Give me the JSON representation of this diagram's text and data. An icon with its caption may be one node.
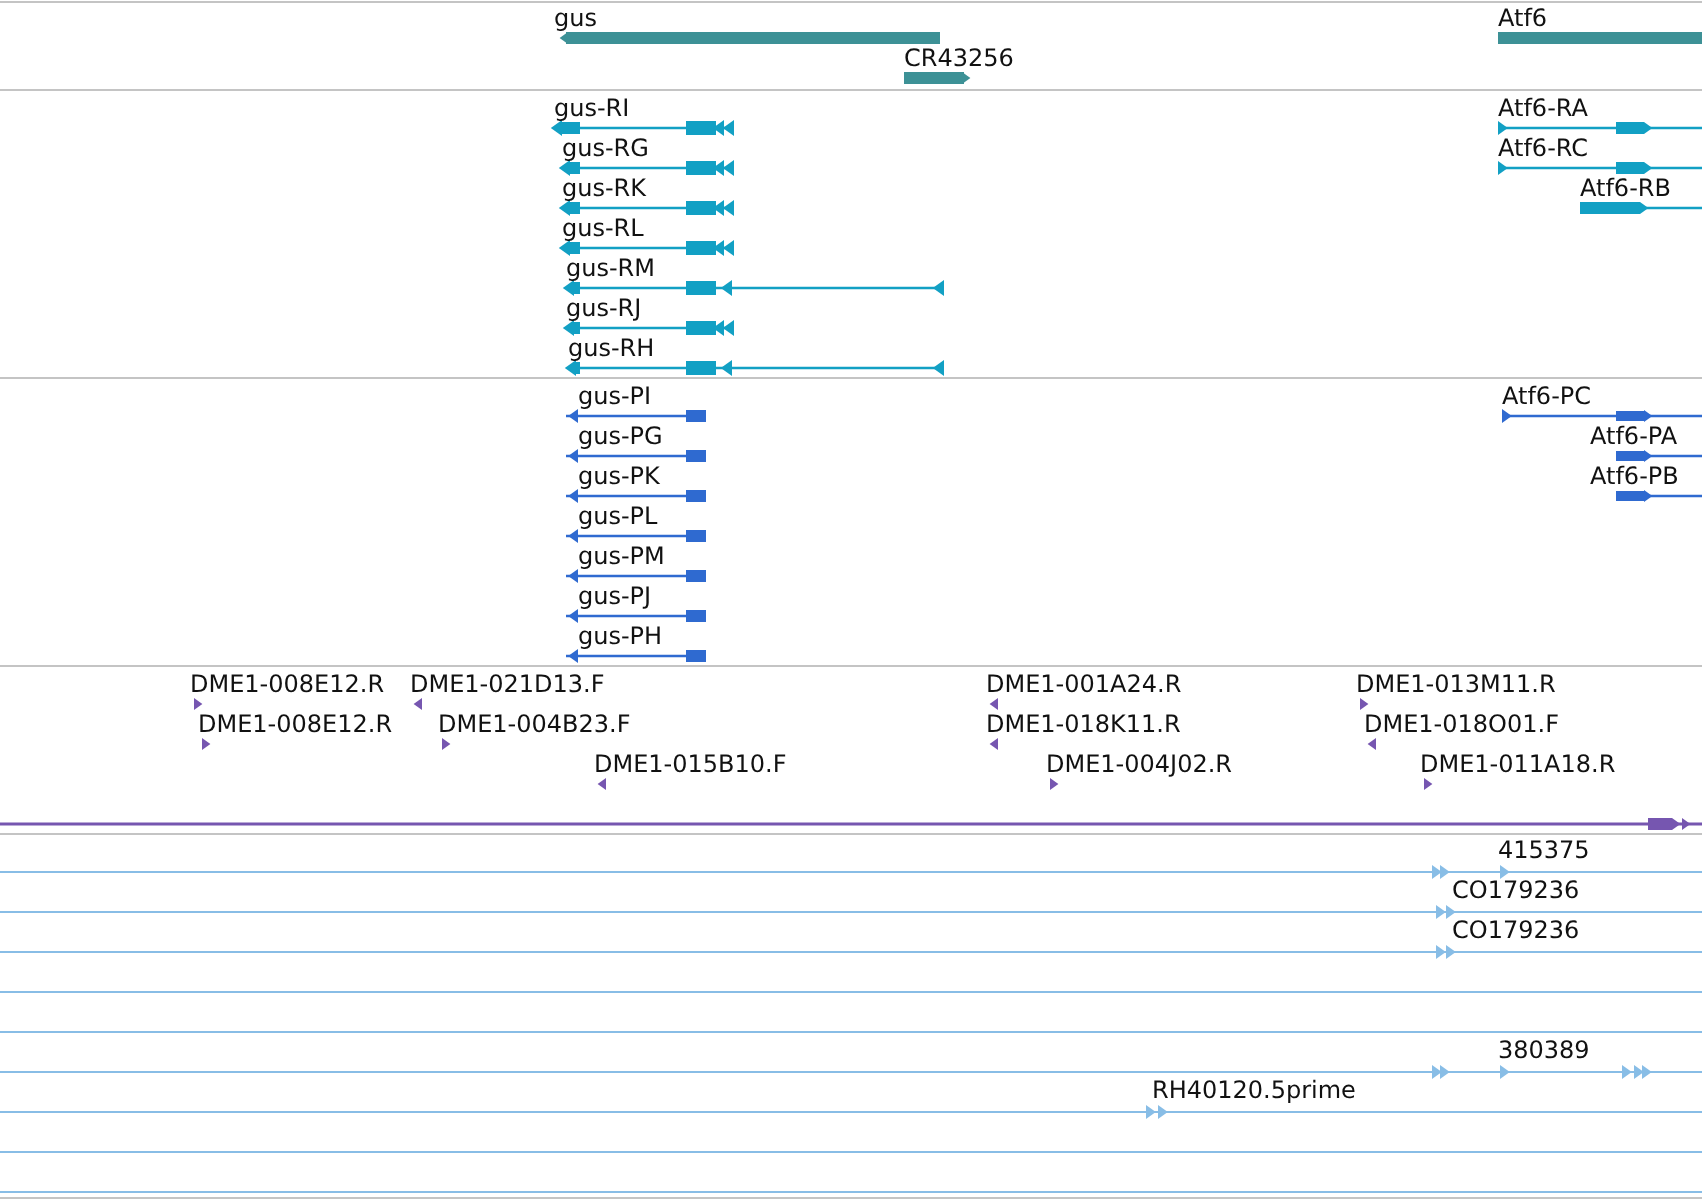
{
  "diagram": {
    "labels": [
      "gus",
      "Atf6",
      "CR43256",
      "gus-RI",
      "Atf6-RA",
      "gus-RG",
      "Atf6-RC",
      "gus-RK",
      "Atf6-RB",
      "gus-RL",
      "gus-RM",
      "gus-RJ",
      "gus-RH",
      "gus-PI",
      "Atf6-PC",
      "gus-PG",
      "Atf6-PA",
      "gus-PK",
      "Atf6-PB",
      "gus-PL",
      "gus-PM",
      "gus-PJ",
      "gus-PH",
      "DME1-008E12.R",
      "DME1-021D13.F",
      "DME1-001A24.R",
      "DME1-013M11.R",
      "DME1-008E12.R",
      "DME1-004B23.F",
      "DME1-018K11.R",
      "DME1-018O01.F",
      "DME1-015B10.F",
      "DME1-004J02.R",
      "DME1-011A18.R",
      "415375",
      "CO179236",
      "CO179236",
      "380389",
      "RH40120.5prime"
    ]
  }
}
